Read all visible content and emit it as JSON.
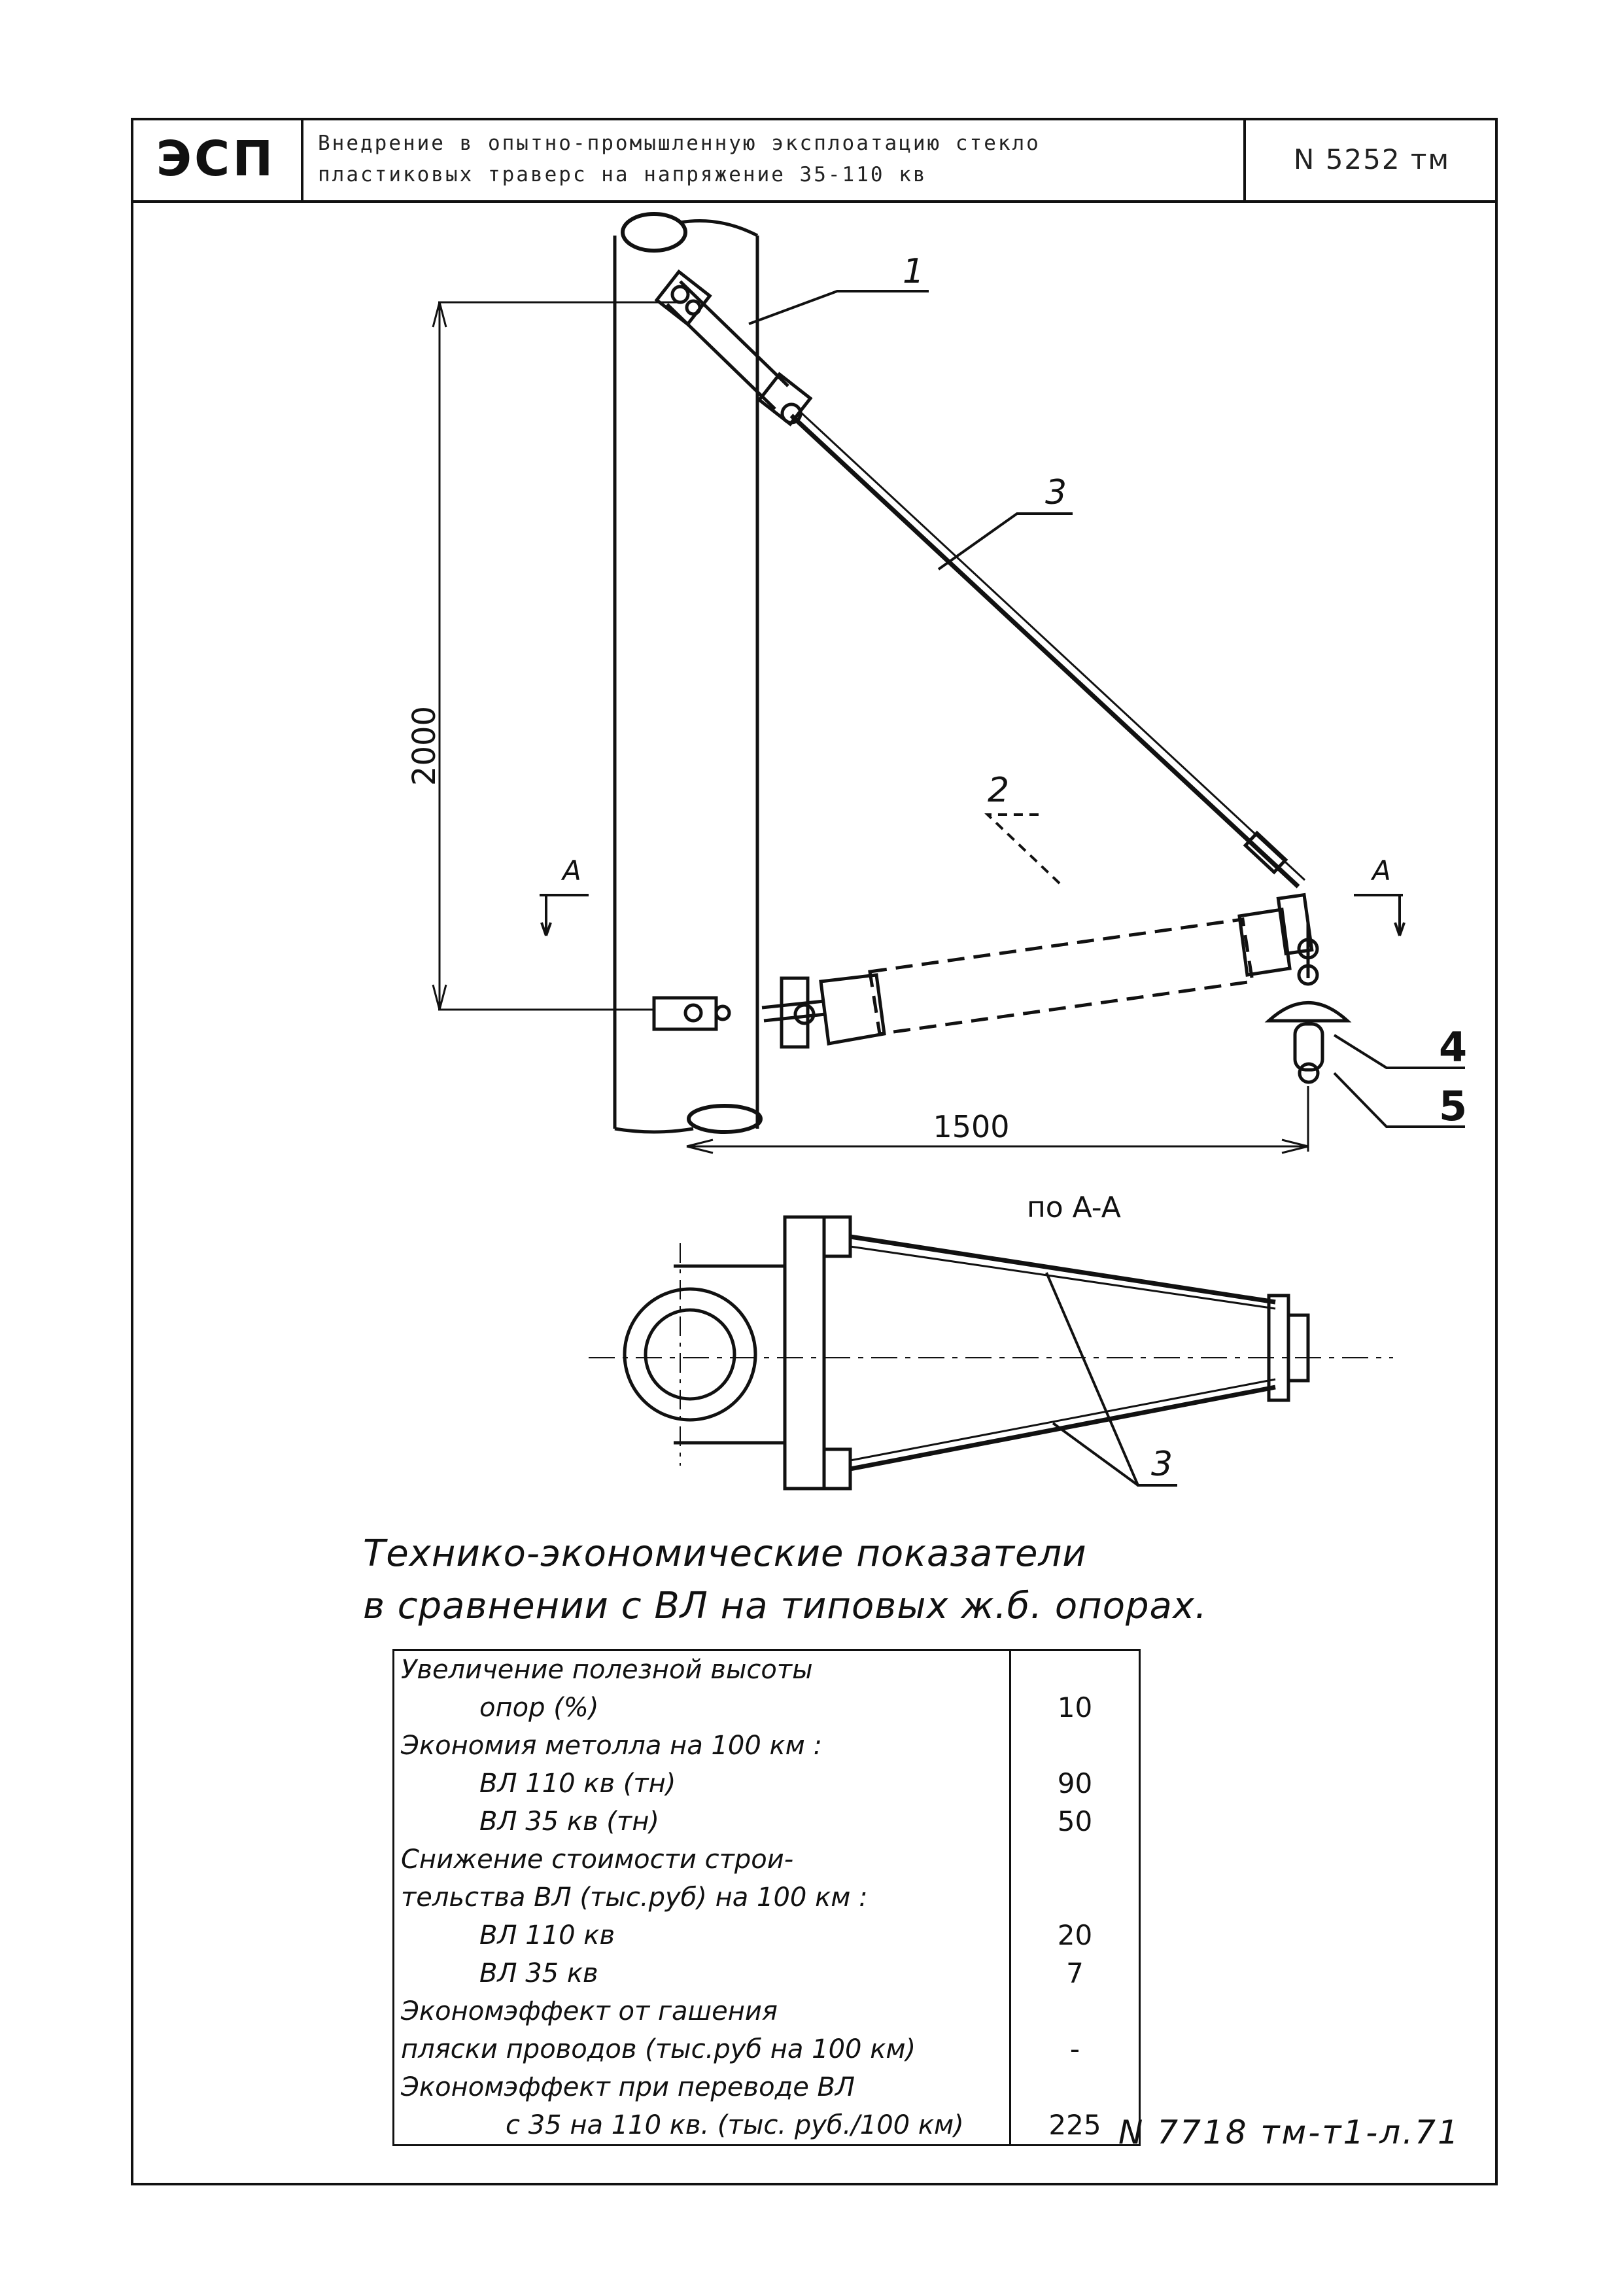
{
  "title_block": {
    "code": "ЭСП",
    "title_line1": "Внедрение в опытно-промышленную эксплоатацию стекло",
    "title_line2": "пластиковых траверс на напряжение 35-110 кв",
    "number": "N 5252 тм"
  },
  "drawing": {
    "callouts": [
      "1",
      "2",
      "3",
      "4",
      "5"
    ],
    "dim_vertical": "2000",
    "dim_horizontal": "1500",
    "section_mark_left": "A",
    "section_mark_right": "A",
    "section_view_label": "по A-A",
    "section_callout": "3"
  },
  "heading": {
    "line1": "Технико-экономические показатели",
    "line2": "в сравнении с ВЛ на типовых ж.б. опорах."
  },
  "table": [
    {
      "label": "Увеличение полезной высоты",
      "value": ""
    },
    {
      "label": "опор (%)",
      "value": "10",
      "indent": "ind1"
    },
    {
      "label": "Экономия метолла на 100 км :",
      "value": ""
    },
    {
      "label": "ВЛ 110 кв (тн)",
      "value": "90",
      "indent": "ind1"
    },
    {
      "label": "ВЛ 35 кв (тн)",
      "value": "50",
      "indent": "ind1"
    },
    {
      "label": "Снижение стоимости строи-",
      "value": ""
    },
    {
      "label": "тельства ВЛ (тыс.руб) на 100 км :",
      "value": ""
    },
    {
      "label": "ВЛ 110 кв",
      "value": "20",
      "indent": "ind1"
    },
    {
      "label": "ВЛ 35 кв",
      "value": "7",
      "indent": "ind1"
    },
    {
      "label": "Экономэффект от гашения",
      "value": ""
    },
    {
      "label": "пляски проводов (тыс.руб на 100 км)",
      "value": "-"
    },
    {
      "label": "Экономэффект при переводе ВЛ",
      "value": ""
    },
    {
      "label": "с 35 на 110 кв. (тыс. руб./100 км)",
      "value": "225",
      "indent": "ind2"
    }
  ],
  "stamp": "N 7718 тм-т1-л.71"
}
